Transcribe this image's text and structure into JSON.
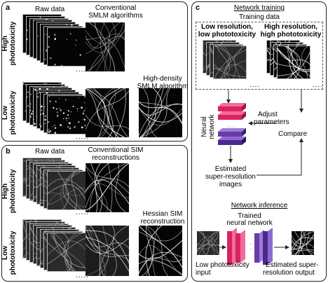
{
  "panel_a": {
    "letter": "a",
    "raw_data": "Raw data",
    "conventional_title_1": "Conventional",
    "conventional_title_2": "SMLM algorithms",
    "high_density_1": "High-density",
    "high_density_2": "SMLM algorithm",
    "row_high_1": "High",
    "row_high_2": "phototoxicity",
    "row_low_1": "Low",
    "row_low_2": "phototoxicity",
    "ellipsis": "....."
  },
  "panel_b": {
    "letter": "b",
    "raw_data": "Raw data",
    "conventional_title_1": "Conventional SIM",
    "conventional_title_2": "reconstructions",
    "hessian_1": "Hessian SIM",
    "hessian_2": "reconstruction",
    "row_high_1": "High",
    "row_high_2": "phototoxicity",
    "row_low_1": "Low",
    "row_low_2": "phototoxicity",
    "ellipsis": "....."
  },
  "panel_c": {
    "letter": "c",
    "title": "Network training",
    "training_data": "Training data",
    "low_res_1": "Low resolution,",
    "low_res_2": "low phototoxicity",
    "high_res_1": "High resolution,",
    "high_res_2": "high phototoxicity",
    "neural_network_1": "Neural",
    "neural_network_2": "network",
    "adjust_1": "Adjust",
    "adjust_2": "parameters",
    "compare": "Compare",
    "estimated_1": "Estimated",
    "estimated_2": "super-resolution",
    "estimated_3": "images",
    "inference_title": "Network inference",
    "trained_1": "Trained",
    "trained_2": "neural network",
    "low_input_1": "Low phototoxicity",
    "low_input_2": "input",
    "est_output_1": "Estimated super-",
    "est_output_2": "resolution output",
    "ellipsis": "...."
  },
  "colors": {
    "border": "#222222",
    "layer_red": "#d8245a",
    "layer_purple": "#6a3aa8",
    "layer_dark": "#4a2a8a",
    "image_bg": "#050505"
  }
}
